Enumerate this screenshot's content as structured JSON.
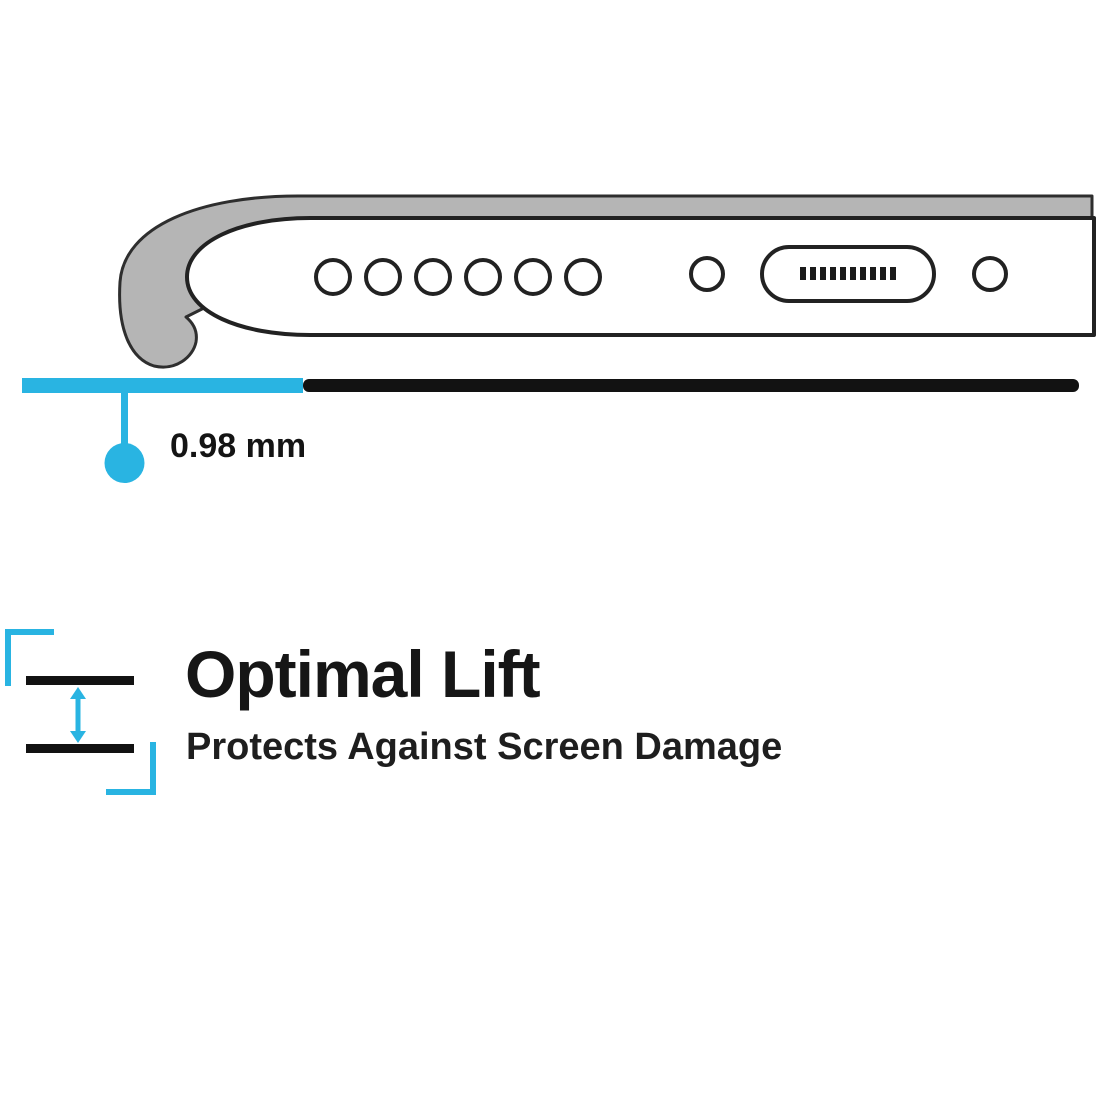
{
  "illustration": {
    "name": "phone-bottom-edge-in-clear-case-side-view",
    "measurement": "0.98 mm",
    "speaker_hole_count": 6,
    "parts": [
      "case-lip",
      "phone-body",
      "speaker-holes",
      "screw-hole-left",
      "charging-port",
      "screw-hole-right"
    ]
  },
  "measurement_bars": {
    "lift_bar": "case-lip-lift-extent",
    "baseline_bar": "screen-plane"
  },
  "feature": {
    "title": "Optimal Lift",
    "subtitle": "Protects Against Screen Damage"
  },
  "icons": [
    "lift-gap-icon",
    "double-headed-vertical-arrow-icon",
    "corner-bracket-icon"
  ],
  "colors": {
    "accent": "#29b4e2",
    "ink": "#141414",
    "case_gray": "#b5b5b5",
    "outline": "#2e2e2e",
    "background": "#ffffff"
  }
}
